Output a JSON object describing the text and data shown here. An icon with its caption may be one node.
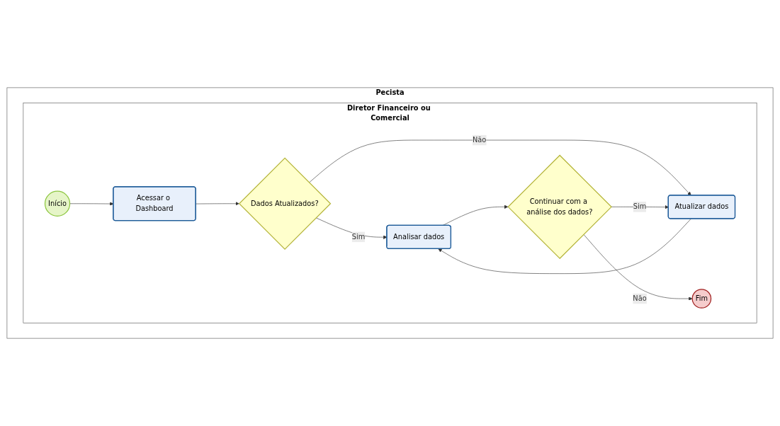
{
  "diagram": {
    "nodes": [
      {
        "text": [
          "Pecista"
        ]
      },
      {
        "text": [
          "Diretor Financeiro ou Comercial"
        ],
        "in": 0
      },
      {
        "text": [
          "Início"
        ],
        "in": 1
      },
      {
        "text": [
          "Acessar o Dashboard"
        ],
        "in": 1
      },
      {
        "text": [
          "Dados Atualizados?"
        ],
        "in": 1
      },
      {
        "text": [
          "Analisar dados"
        ],
        "in": 1
      },
      {
        "text": [
          "Atualizar dados"
        ],
        "in": 1
      },
      {
        "text": [
          "Continuar com a análise dos dados?"
        ],
        "in": 1
      },
      {
        "text": [
          "Fim"
        ],
        "in": 1
      }
    ],
    "edges": [
      {
        "from": 2,
        "to": 3,
        "arrow": "to"
      },
      {
        "from": 3,
        "to": 4,
        "arrow": "to"
      },
      {
        "from": 4,
        "to": 5,
        "label": "Sim",
        "arrow": "to"
      },
      {
        "from": 4,
        "to": 6,
        "label": "Não",
        "arrow": "to"
      },
      {
        "from": 6,
        "to": 5,
        "arrow": "to"
      },
      {
        "from": 5,
        "to": 7,
        "arrow": "to"
      },
      {
        "from": 7,
        "to": 6,
        "label": "Sim",
        "arrow": "to"
      },
      {
        "from": 7,
        "to": 8,
        "label": "Não",
        "arrow": "to"
      }
    ]
  }
}
